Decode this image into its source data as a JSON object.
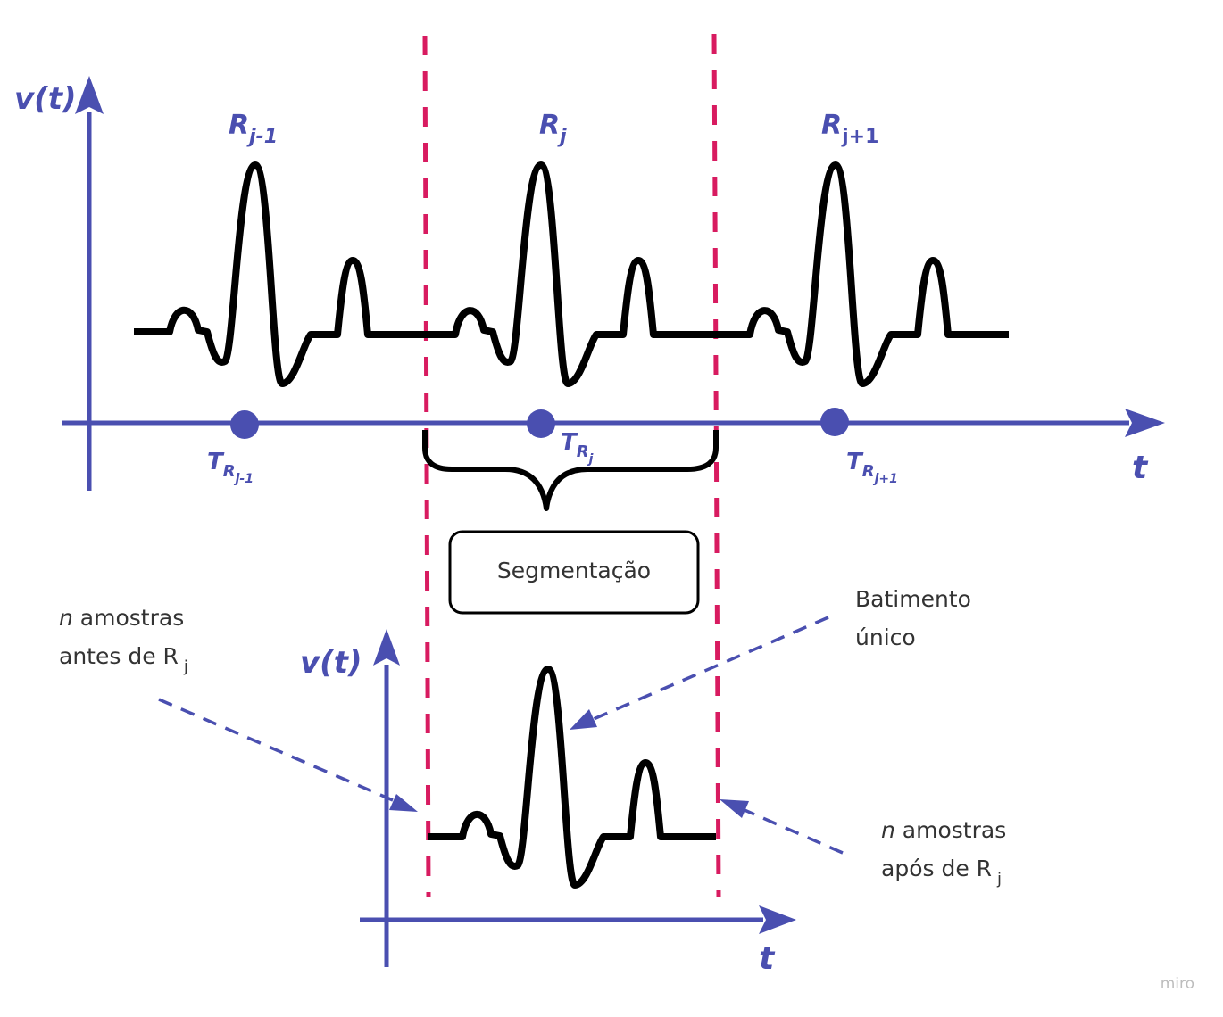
{
  "colors": {
    "axis": "#4a4fb0",
    "signal": "#000000",
    "segment_line": "#d81b60",
    "annotation_text": "#333333",
    "watermark": "#bdbdbd"
  },
  "top_plot": {
    "y_axis_label": "v(t)",
    "x_axis_label": "t",
    "peaks": [
      {
        "base": "R",
        "sub": "j-1",
        "sub_italic": true
      },
      {
        "base": "R",
        "sub": "j",
        "sub_italic": true
      },
      {
        "base": "R",
        "sub": "j+1",
        "sub_italic": false
      }
    ],
    "times": [
      {
        "base": "T",
        "sub1": "R",
        "sub2": "j-1"
      },
      {
        "base": "T",
        "sub1": "R",
        "sub2": "j"
      },
      {
        "base": "T",
        "sub1": "R",
        "sub2": "j+1"
      }
    ]
  },
  "segment_box": {
    "label": "Segmentação"
  },
  "bottom_plot": {
    "y_axis_label": "v(t)",
    "x_axis_label": "t"
  },
  "annotations": {
    "before": {
      "line1_italic": "n",
      "line1_rest": " amostras",
      "line2": "antes de R",
      "line2_sub": "j"
    },
    "beat": {
      "line1": "Batimento",
      "line2": "único"
    },
    "after": {
      "line1_italic": "n",
      "line1_rest": " amostras",
      "line2": "após de R",
      "line2_sub": "j"
    }
  },
  "watermark": "miro",
  "icons": {
    "top_y_arrow": "arrow-up-icon",
    "top_x_arrow": "arrow-right-icon",
    "bottom_y_arrow": "arrow-up-icon",
    "bottom_x_arrow": "arrow-right-icon"
  }
}
